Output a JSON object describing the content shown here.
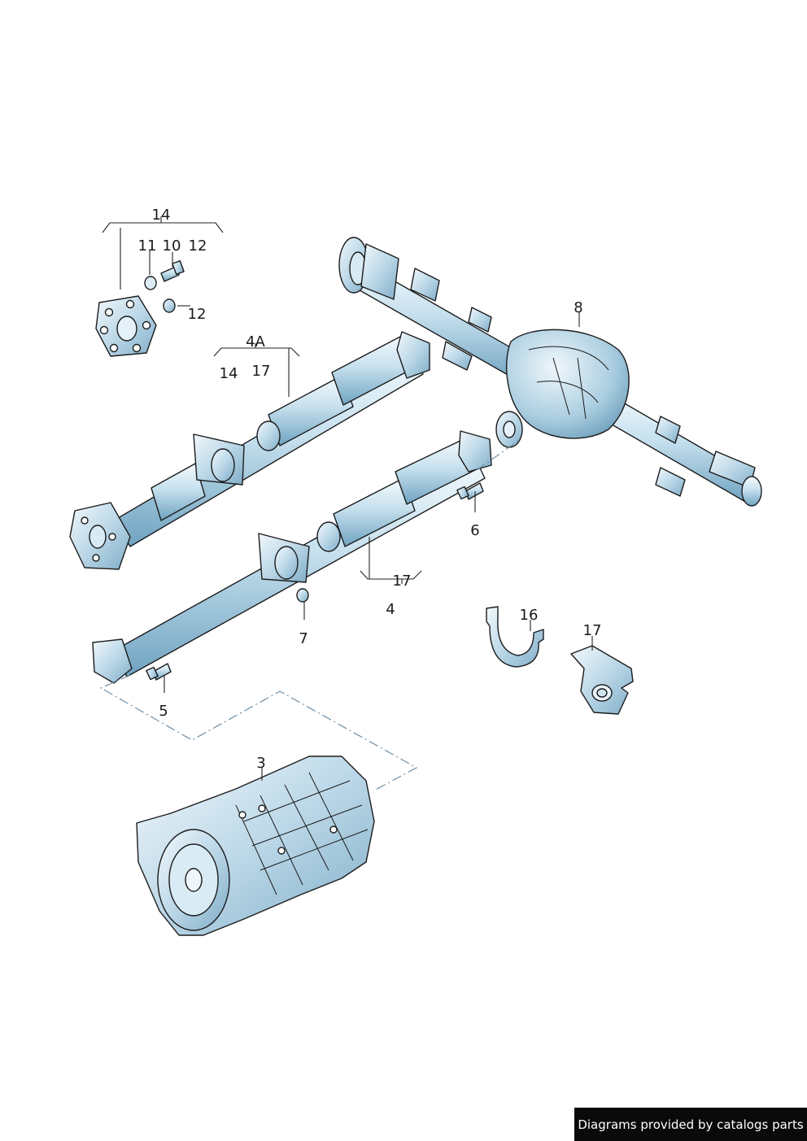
{
  "callouts": {
    "c14_top": "14",
    "c11": "11",
    "c10": "10",
    "c12_top": "12",
    "c12_nut": "12",
    "c4A": "4A",
    "c14_mid": "14",
    "c17_mid": "17",
    "c8": "8",
    "c6": "6",
    "c17_low": "17",
    "c4": "4",
    "c7": "7",
    "c16": "16",
    "c17_right": "17",
    "c5": "5",
    "c3": "3"
  },
  "footer": {
    "text": "Diagrams provided by catalogs parts"
  },
  "colors": {
    "metal_light": "#eef6fb",
    "metal_mid": "#b9d9ea",
    "metal_dark": "#6fa3c1",
    "line": "#1c1c1c",
    "dash": "#6f8fa6"
  }
}
